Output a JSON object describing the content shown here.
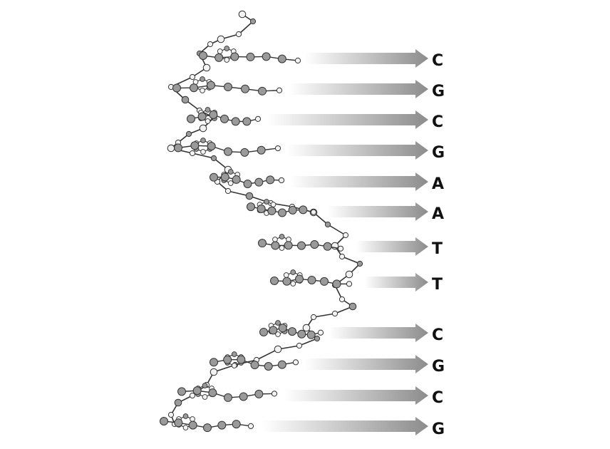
{
  "colors": {
    "arrow_start": "#ffffff",
    "arrow_end": "#8c8c8c",
    "atom_fill": "#9a9a9a",
    "atom_light": "#f2f2f2",
    "atom_stroke": "#333333",
    "label": "#111111"
  },
  "sequence": [
    "C",
    "G",
    "C",
    "G",
    "A",
    "A",
    "T",
    "T",
    "C",
    "G",
    "C",
    "G"
  ]
}
